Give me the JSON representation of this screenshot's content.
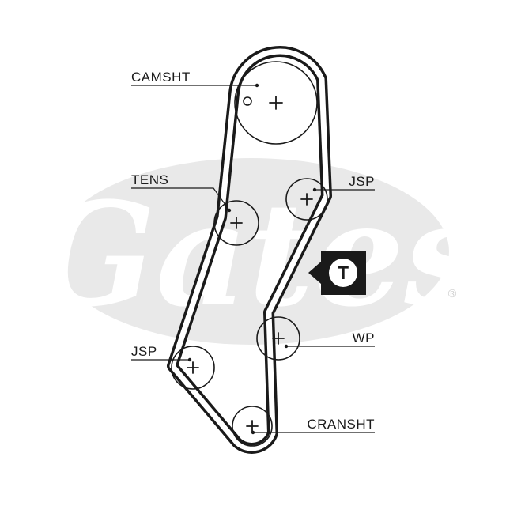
{
  "labels": {
    "camshaft": "CAMSHT",
    "tensioner": "TENS",
    "idler_upper": "JSP",
    "water_pump": "WP",
    "idler_lower": "JSP",
    "crankshaft": "CRANSHT"
  },
  "tensioner_badge": "T",
  "watermark": {
    "brand": "Gates",
    "registered": "®"
  },
  "colors": {
    "belt": "#1a1a1a",
    "watermark_bg": "#e9e9e9",
    "badge_bg": "#1a1a1a",
    "badge_fg": "#ffffff"
  }
}
